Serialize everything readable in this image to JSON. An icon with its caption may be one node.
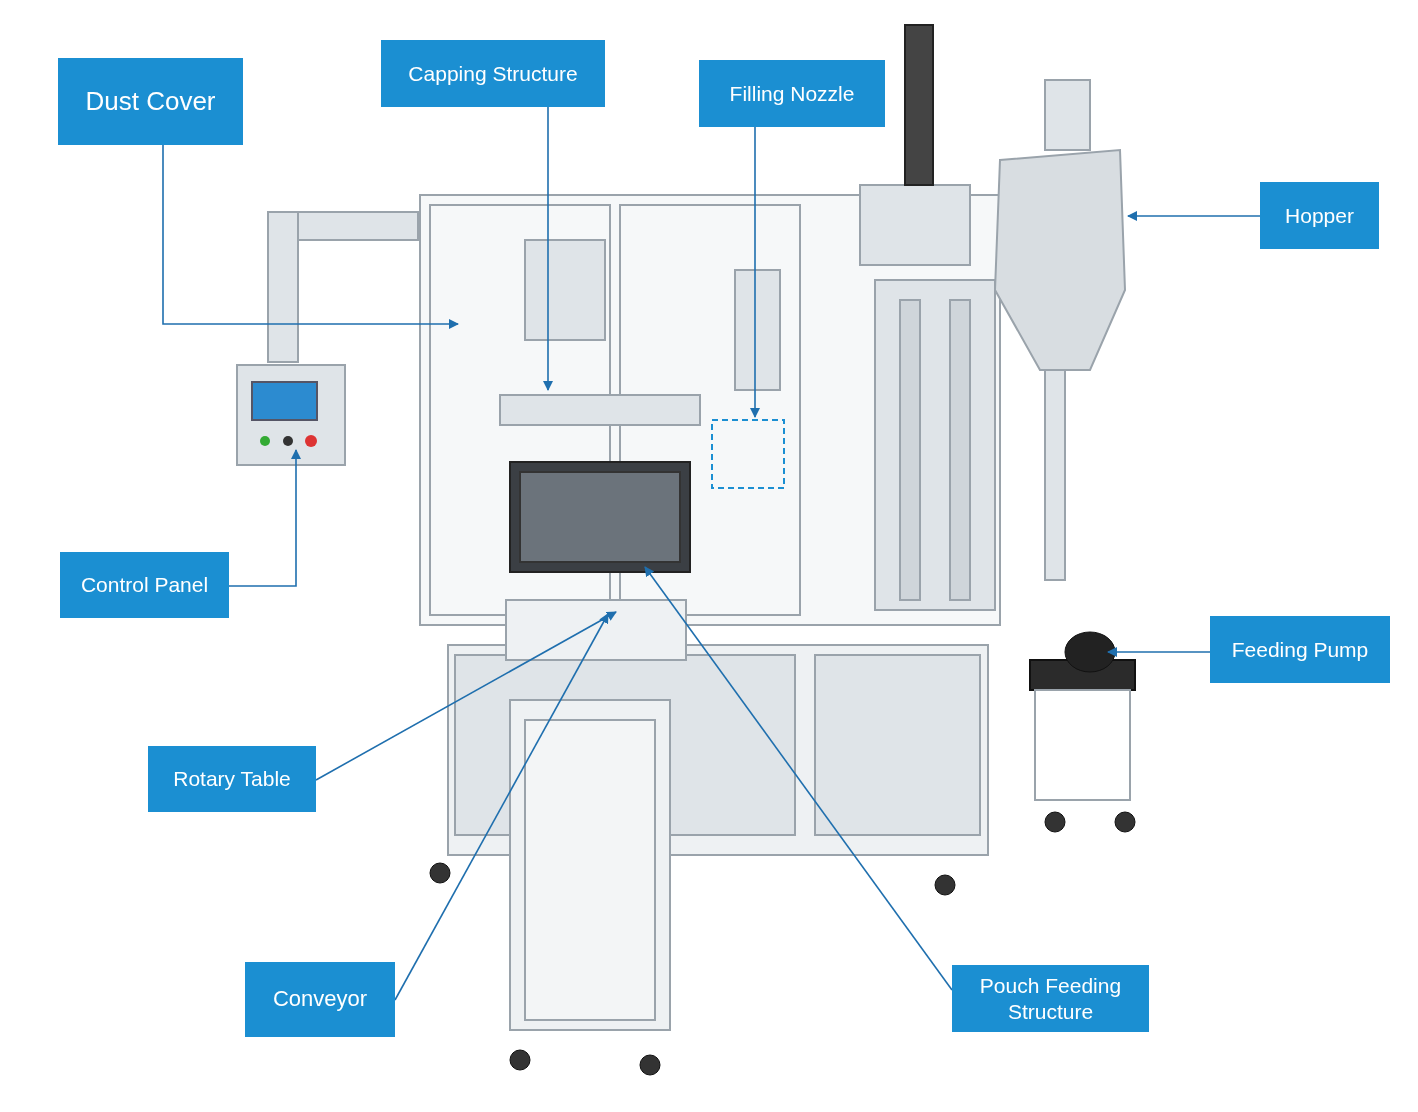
{
  "diagram": {
    "nodes": [
      {
        "text": [
          "Dust Cover"
        ]
      },
      {
        "text": [
          "Capping Structure"
        ]
      },
      {
        "text": [
          "Filling Nozzle"
        ]
      },
      {
        "text": [
          "Hopper"
        ]
      },
      {
        "text": [
          "Control Panel"
        ]
      },
      {
        "text": [
          "Feeding Pump"
        ]
      },
      {
        "text": [
          "Rotary Table"
        ]
      },
      {
        "text": [
          "Conveyor"
        ]
      },
      {
        "text": [
          "Pouch Feeding Structure"
        ]
      }
    ],
    "edges": [
      {
        "from": 0,
        "to": null,
        "arrow": "to"
      },
      {
        "from": 1,
        "to": null,
        "arrow": "to"
      },
      {
        "from": 2,
        "to": null,
        "arrow": "to"
      },
      {
        "from": 3,
        "to": null,
        "arrow": "to"
      },
      {
        "from": 4,
        "to": null,
        "arrow": "to"
      },
      {
        "from": 5,
        "to": null,
        "arrow": "to"
      },
      {
        "from": 6,
        "to": null,
        "arrow": "to"
      },
      {
        "from": 7,
        "to": null,
        "arrow": "to"
      },
      {
        "from": 8,
        "to": null,
        "arrow": "to"
      }
    ]
  }
}
